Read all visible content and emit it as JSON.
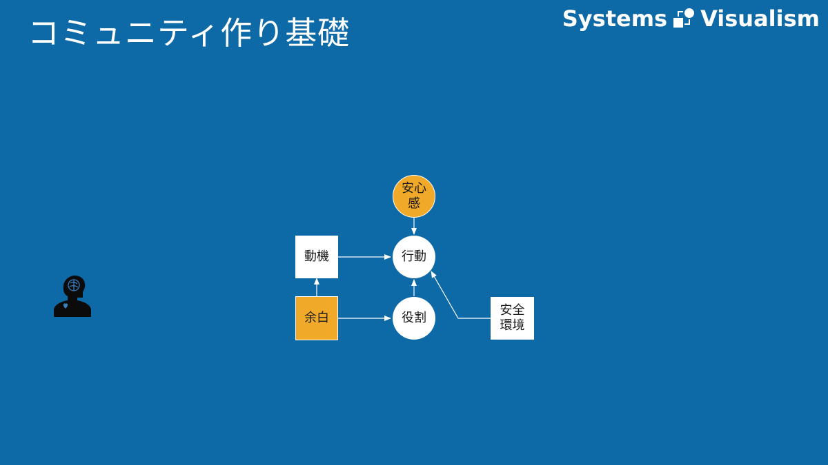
{
  "slide": {
    "title": "コミュニティ作り基礎",
    "brand_left": "Systems",
    "brand_right": "Visualism"
  },
  "colors": {
    "background": "#0e69a7",
    "accent": "#f0a928",
    "node": "#ffffff",
    "arrow": "#ffffff"
  },
  "icons": {
    "brand": "systems-loop-icon",
    "person": "person-brain-heart-icon"
  },
  "diagram": {
    "nodes": {
      "anshinkan": {
        "label": "安心感"
      },
      "douki": {
        "label": "動機"
      },
      "koudou": {
        "label": "行動"
      },
      "yohaku": {
        "label": "余白"
      },
      "yakuwari": {
        "label": "役割"
      },
      "anzen": {
        "label": "安全環境"
      }
    },
    "edges": [
      {
        "from": "anshinkan",
        "to": "koudou"
      },
      {
        "from": "douki",
        "to": "koudou"
      },
      {
        "from": "yohaku",
        "to": "douki"
      },
      {
        "from": "yohaku",
        "to": "yakuwari"
      },
      {
        "from": "yakuwari",
        "to": "koudou"
      },
      {
        "from": "anzen",
        "to": "koudou"
      }
    ]
  }
}
